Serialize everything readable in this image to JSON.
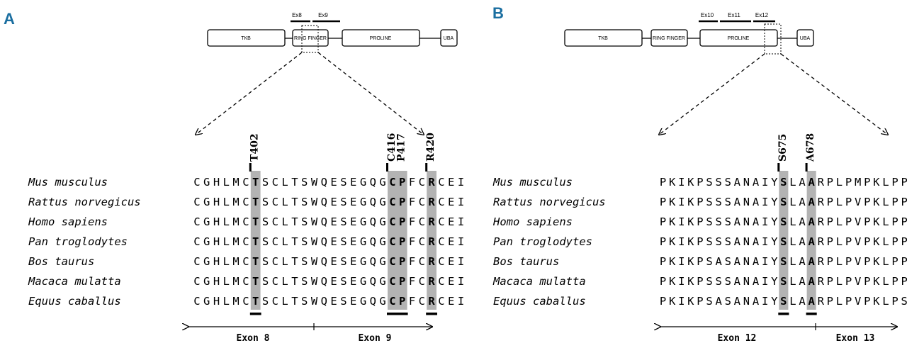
{
  "colors": {
    "accent": "#1a6ea0",
    "highlight": "#b3b3b3",
    "ink": "#000000"
  },
  "panels": [
    {
      "letter": "A",
      "domains": [
        "TKB",
        "RING FINGER",
        "PROLINE",
        "UBA"
      ],
      "exon_labels": [
        "Ex8",
        "Ex9"
      ],
      "species": [
        "Mus musculus",
        "Rattus norvegicus",
        "Homo sapiens",
        "Pan troglodytes",
        "Bos taurus",
        "Macaca mulatta",
        "Equus caballus"
      ],
      "sequences": [
        "CGHLMCTSCLTSWQESEGQGCPFCRCEI",
        "CGHLMCTSCLTSWQESEGQGCPFCRCEI",
        "CGHLMCTSCLTSWQESEGQGCPFCRCEI",
        "CGHLMCTSCLTSWQESEGQGCPFCRCEI",
        "CGHLMCTSCLTSWQESEGQGCPFCRCEI",
        "CGHLMCTSCLTSWQESEGQGCPFCRCEI",
        "CGHLMCTSCLTSWQESEGQGCPFCRCEI"
      ],
      "highlight_columns": [
        6,
        20,
        21,
        24
      ],
      "mutation_labels": [
        "T402",
        "C416",
        "P417",
        "R420"
      ],
      "exon_axis": [
        "Exon 8",
        "Exon 9"
      ]
    },
    {
      "letter": "B",
      "domains": [
        "TKB",
        "RING FINGER",
        "PROLINE",
        "UBA"
      ],
      "exon_labels": [
        "Ex10",
        "Ex11",
        "Ex12"
      ],
      "species": [
        "Mus musculus",
        "Rattus norvegicus",
        "Homo sapiens",
        "Pan troglodytes",
        "Bos taurus",
        "Macaca mulatta",
        "Equus caballus"
      ],
      "sequences": [
        "PKIKPSSSANAIYSLAARPLPMPKLPP",
        "PKIKPSSSANAIYSLAARPLPVPKLPP",
        "PKIKPSSSANAIYSLAARPLPVPKLPP",
        "PKIKPSSSANAIYSLAARPLPVPKLPP",
        "PKIKPSASANAIYSLAARPLPVPKLPP",
        "PKIKPSSSANAIYSLAARPLPVPKLPP",
        "PKIKPSASANAIYSLAARPLPVPKLPS"
      ],
      "highlight_columns": [
        13,
        16
      ],
      "mutation_labels": [
        "S675",
        "A678"
      ],
      "exon_axis": [
        "Exon 12",
        "Exon 13"
      ]
    }
  ]
}
